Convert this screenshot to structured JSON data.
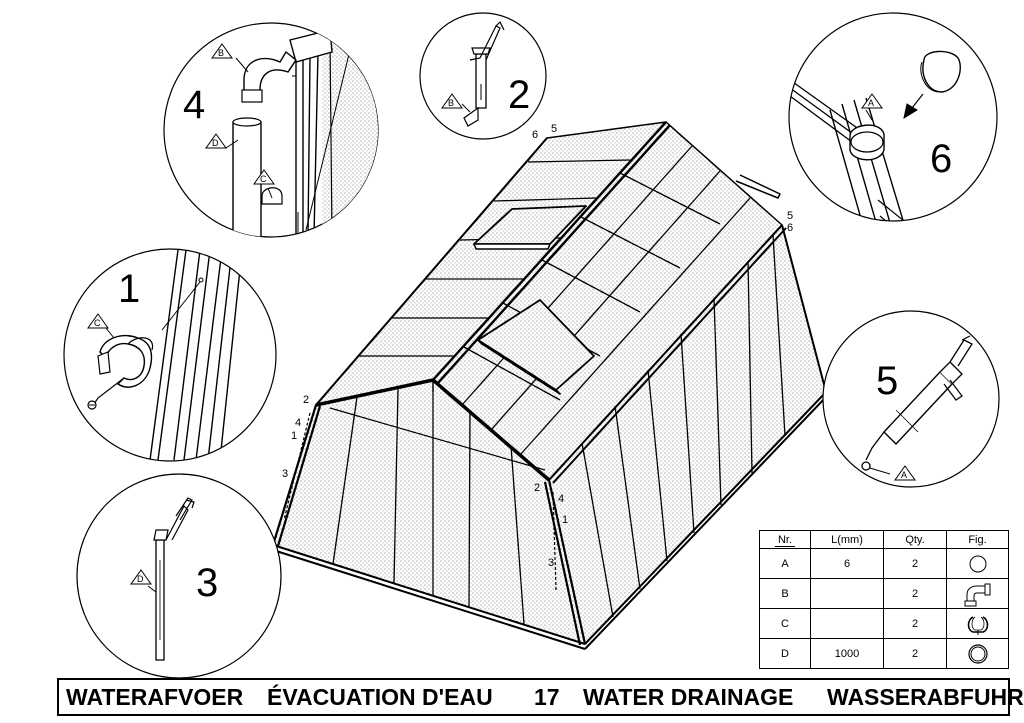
{
  "steps": {
    "s1": "1",
    "s2": "2",
    "s3": "3",
    "s4": "4",
    "s5": "5",
    "s6": "6"
  },
  "callouts": {
    "a": "A",
    "b": "B",
    "c": "C",
    "d": "D"
  },
  "greenhouse_marks": {
    "tr_5": "5",
    "tr_6": "6",
    "top_6": "6",
    "top_5": "5",
    "l_2": "2",
    "l_4": "4",
    "l_1": "1",
    "l_3": "3",
    "m_2": "2",
    "m_4": "4",
    "m_1": "1",
    "m_3": "3"
  },
  "parts_table": {
    "headers": [
      "Nr.",
      "L(mm)",
      "Qty.",
      "Fig."
    ],
    "rows": [
      {
        "nr": "A",
        "length": "6",
        "qty": "2",
        "fig": "circle-icon"
      },
      {
        "nr": "B",
        "length": "",
        "qty": "2",
        "fig": "elbow-pipe-icon"
      },
      {
        "nr": "C",
        "length": "",
        "qty": "2",
        "fig": "pipe-clip-icon"
      },
      {
        "nr": "D",
        "length": "1000",
        "qty": "2",
        "fig": "pipe-ring-icon"
      }
    ]
  },
  "footer": {
    "dutch": "WATERAFVOER",
    "french": "ÉVACUATION D'EAU",
    "page": "17",
    "english": "WATER DRAINAGE",
    "german": "WASSERABFUHR"
  }
}
